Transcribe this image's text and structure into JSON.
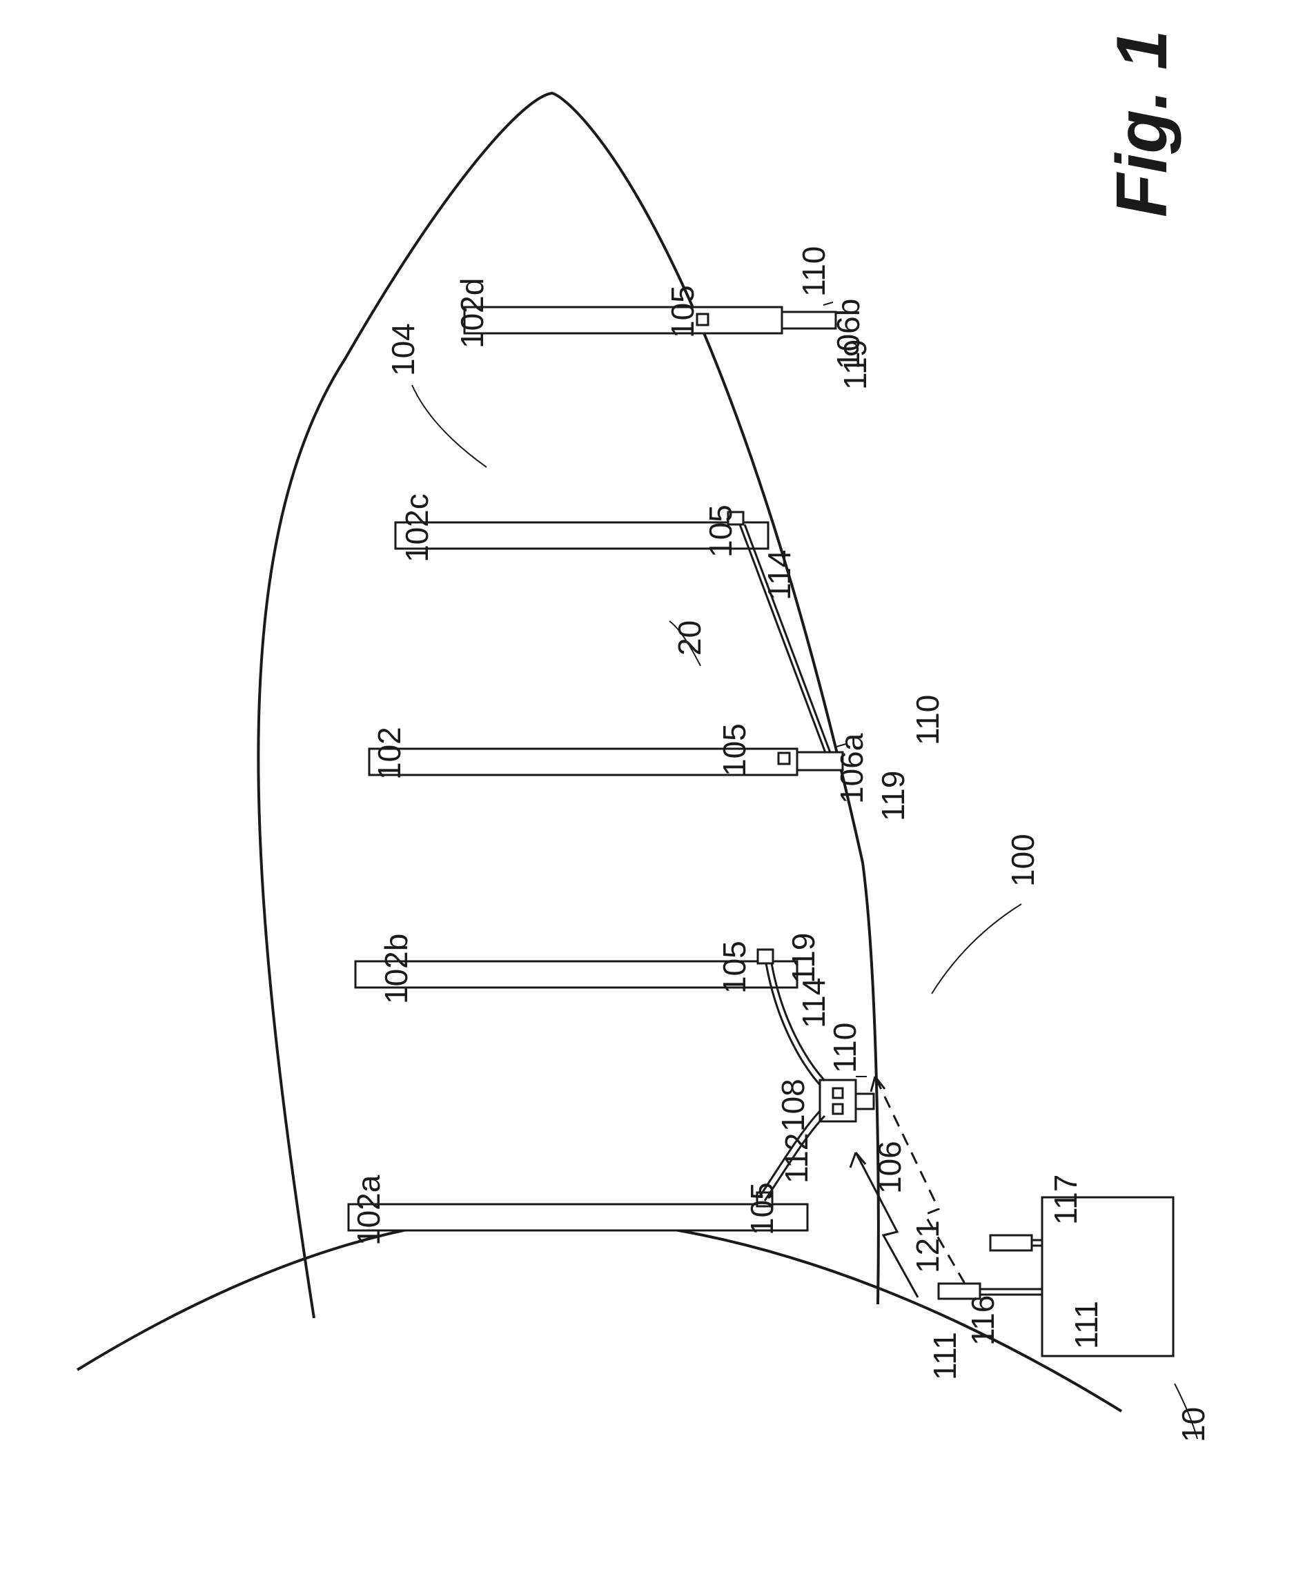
{
  "figure": {
    "caption": "Fig. 1",
    "labels": {
      "system": "100",
      "hub": "10",
      "blade": "20",
      "interior": "104",
      "spar_a": "102a",
      "spar_b": "102b",
      "spar_main": "102",
      "spar_c": "102c",
      "spar_d": "102d",
      "sensor_a": "105",
      "sensor_b": "105",
      "sensor_main": "105",
      "sensor_c": "105",
      "sensor_d": "105",
      "unit": "106",
      "unit_a": "106a",
      "unit_b": "106b",
      "part_108": "108",
      "part_112": "112",
      "cable_1": "114",
      "cable_2": "114",
      "antenna_1": "110",
      "antenna_2": "110",
      "antenna_3": "110",
      "port_1": "119",
      "port_2": "119",
      "port_3": "119",
      "wireless_1": "121",
      "wireless_2": "117",
      "hub_antenna_1": "111",
      "hub_antenna_2": "111",
      "controller": "116"
    }
  }
}
